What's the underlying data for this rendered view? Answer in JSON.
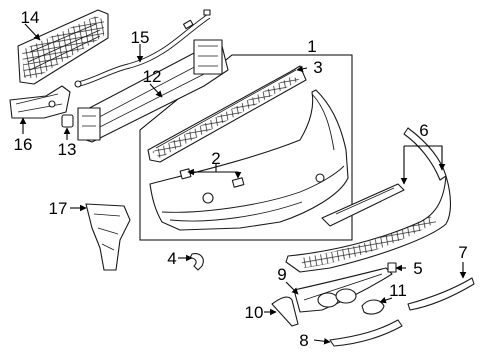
{
  "callouts": {
    "1": "1",
    "2": "2",
    "3": "3",
    "4": "4",
    "5": "5",
    "6": "6",
    "7": "7",
    "8": "8",
    "9": "9",
    "10": "10",
    "11": "11",
    "12": "12",
    "13": "13",
    "14": "14",
    "15": "15",
    "16": "16",
    "17": "17"
  }
}
